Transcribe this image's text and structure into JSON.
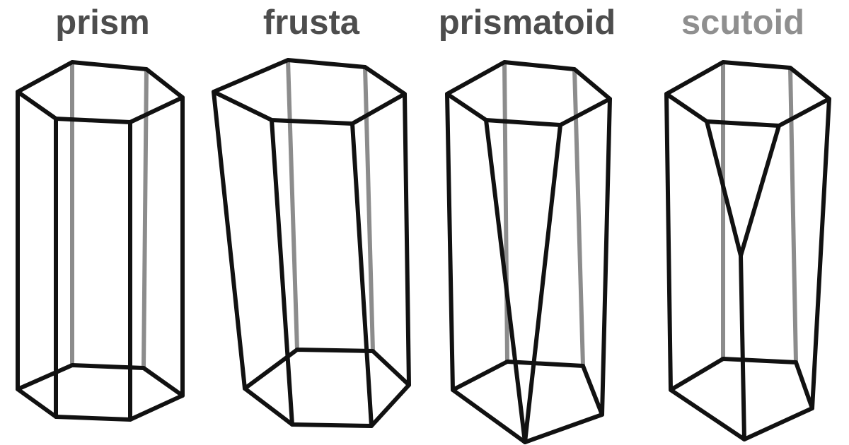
{
  "labels": [
    {
      "id": "prism",
      "text": "prism",
      "color": "#4d4d4d"
    },
    {
      "id": "frusta",
      "text": "frusta",
      "color": "#4d4d4d"
    },
    {
      "id": "prismatoid",
      "text": "prismatoid",
      "color": "#4d4d4d"
    },
    {
      "id": "scutoid",
      "text": "scutoid",
      "color": "#8f8f8f"
    }
  ],
  "colors": {
    "visible_edge": "#111111",
    "hidden_edge": "#8c8c8c",
    "background": "#ffffff"
  }
}
